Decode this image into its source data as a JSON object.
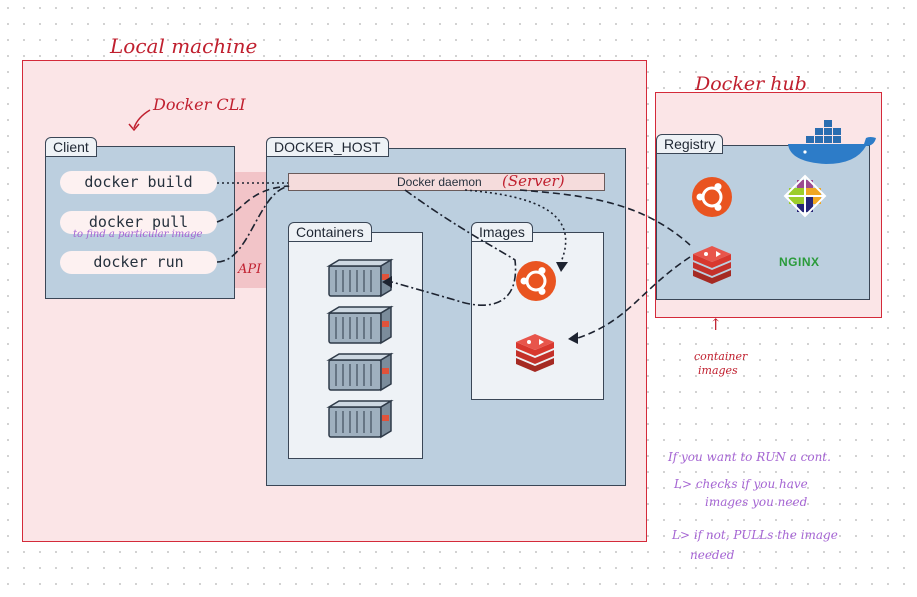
{
  "annotations": {
    "local_machine": "Local machine",
    "docker_cli": "Docker CLI",
    "docker_hub": "Docker hub",
    "find_image_note": "to find a particular image",
    "api": "API",
    "server": "(Server)",
    "container_images": [
      "container",
      "images"
    ],
    "notes": [
      "If you want to RUN a cont.",
      "L> checks if you have",
      "images you need",
      "L> if not, PULLs the image",
      "needed"
    ]
  },
  "client": {
    "title": "Client",
    "commands": [
      "docker build",
      "docker pull",
      "docker run"
    ]
  },
  "docker_host": {
    "title": "DOCKER_HOST",
    "daemon": "Docker daemon",
    "containers_title": "Containers",
    "images_title": "Images"
  },
  "registry": {
    "title": "Registry",
    "nginx": "NGINX"
  },
  "colors": {
    "red_frame": "#d42a3a",
    "red_fill": "#fbe5e7",
    "panel": "#bccfdf",
    "handwriting_purple": "#a565d3",
    "ubuntu_orange": "#e95420",
    "redis_red": "#d8372e"
  },
  "icons": [
    "docker-whale-icon",
    "ubuntu-icon",
    "centos-icon",
    "redis-icon",
    "container-icon"
  ]
}
